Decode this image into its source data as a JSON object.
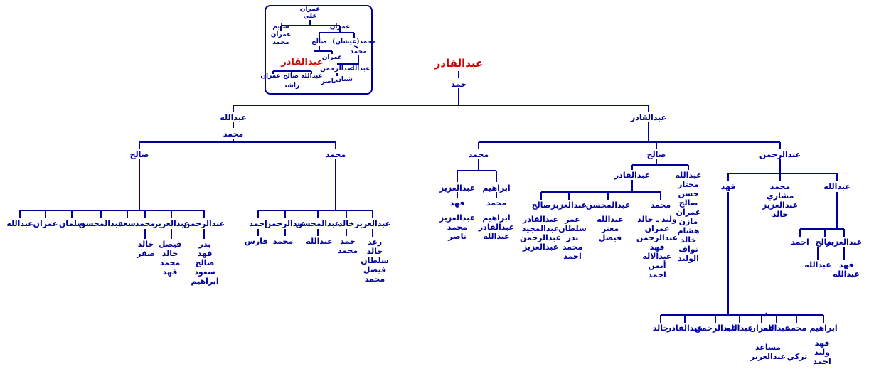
{
  "colors": {
    "text": "#0000a0",
    "highlight": "#cc0000",
    "line": "#0000a0"
  },
  "inset": {
    "n1": "عمران",
    "n2": "علي",
    "n3": "عمران",
    "n4": "سليم",
    "n5": "عمران",
    "n6": "محمد",
    "n7": "محمد(عيشان)",
    "n8": "صالح",
    "n9": "محمد",
    "n10": "عمران",
    "n11": "عبدالقادر",
    "n12": "عبدالله",
    "n13": "عبدالرحمن",
    "n14": "عبدالله صالح عمران",
    "n15": "راشد",
    "n16": "شبان",
    "n17": "ناصر"
  },
  "tree": {
    "root": "عبدالقادر",
    "hamad": "حمد",
    "abdallah_top": "عبدالله",
    "muhammad_under_abdallah": "محمد",
    "abdulqader_main": "عبدالقادر",
    "salih_left": "صالح",
    "muhammad_left": "محمد",
    "salih_kids": [
      "عبدالرحمن",
      "عبدالعزيز",
      "محمد",
      "سعد",
      "عبدالمحسن",
      "سلمان",
      "عمران",
      "عبدالله"
    ],
    "salih_k_abdulrahman": [
      "بدر",
      "فهد",
      "صالح",
      "سعود",
      "ابراهيم"
    ],
    "salih_k_abdulaziz": [
      "فيصل",
      "خالد",
      "محمد",
      "فهد"
    ],
    "salih_k_muhammad": [
      "خالد",
      "صقر"
    ],
    "muhammad_kids": [
      "عبدالعزيز",
      "خالد",
      "عبدالمحسن",
      "عبدالرحمن",
      "احمد"
    ],
    "muhammad_k_abdulaziz": [
      "رعد",
      "خالد",
      "سلطان",
      "فيصل",
      "محمد"
    ],
    "muhammad_k_khalid": [
      "حمد",
      "محمد"
    ],
    "muhammad_k_abdulmohsen": [
      "عبدالله"
    ],
    "muhammad_k_abdulrahman": [
      "محمد"
    ],
    "muhammad_k_ahmad": [
      "فارس"
    ],
    "aq_muhammad": "محمد",
    "aq_salih": "صالح",
    "aq_abdulrahman": "عبدالرحمن",
    "aqm_ibrahim": [
      "ابراهيم",
      "محمد",
      "ابراهيم",
      "عبدالقادر",
      "عبدالله"
    ],
    "aqm_abdulaziz": [
      "عبدالعزيز",
      "فهد",
      "عبدالعزيز",
      "محمد",
      "ناصر"
    ],
    "aqs_abdulqader": "عبدالقادر",
    "aqs_abdallah": [
      "عبدالله",
      "مختار",
      "حسن",
      "صالح",
      "عمران",
      "مازن",
      "هشام",
      "خالد",
      "نواف",
      "الوليد"
    ],
    "aqsa_kids": [
      "محمد",
      "عبدالمحسن",
      "عبدالعزيز",
      "صالح"
    ],
    "aqsa_muhammad": [
      "وليد ـ خالد",
      "عمران",
      "عبدالرحمن",
      "فهد",
      "عبدالاله",
      "أيمن",
      "احمد"
    ],
    "aqsa_abdulmohsen": [
      "عبدالله",
      "معتز",
      "فيصل"
    ],
    "aqsa_abdulaziz": [
      "عمر",
      "سلطان",
      "بدر",
      "محمد",
      "احمد"
    ],
    "aqsa_salih": [
      "عبدالقادر",
      "عبدالمجيد",
      "عبدالرحمن",
      "عبدالعزيز"
    ],
    "aqr_abdallah": "عبدالله",
    "aqr_muhammad": [
      "محمد",
      "مشاري",
      "عبدالعزيز",
      "خالد"
    ],
    "aqr_fahd": "فهد",
    "aqra_kids": [
      "عبدالعزيز",
      "صالح",
      "احمد"
    ],
    "aqra_abdulaziz": [
      "فهد",
      "عبدالله"
    ],
    "aqra_ahmad": [
      "عبدالله"
    ],
    "fahd_kids": [
      "ابراهيم",
      "محمد",
      "عبدالله",
      "عمران",
      "عبدالله",
      "عبدالرحمن",
      "عبدالقادر",
      "خالد"
    ],
    "fahd_k_ibrahim": [
      "فهد",
      "وليد",
      "احمد"
    ],
    "fahd_k_muhammad": [
      "تركي"
    ],
    "fahd_k_abdallah": [
      "عبدالعزيز"
    ],
    "fahd_k_imran": [
      "مساعد"
    ]
  }
}
